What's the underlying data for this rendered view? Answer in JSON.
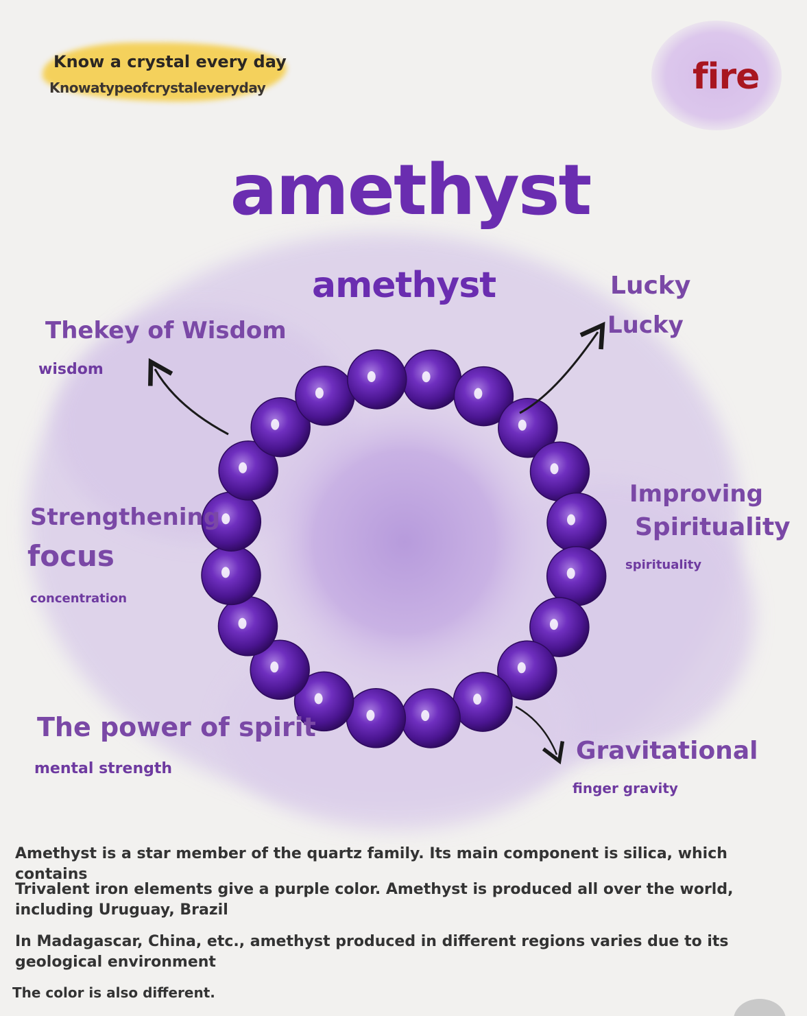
{
  "header": {
    "line1": "Know a crystal every day",
    "line2": "Knowatypeofcrystaleveryday"
  },
  "element": "fire",
  "title": "amethyst",
  "subtitle": "amethyst",
  "labels": {
    "wisdom": {
      "title": "Thekey of Wisdom",
      "sub": "wisdom"
    },
    "lucky": {
      "title1": "Lucky",
      "title2": "Lucky"
    },
    "focus": {
      "title1": "Strengthening",
      "title2": "focus",
      "sub": "concentration"
    },
    "spirituality": {
      "title1": "Improving",
      "title2": "Spirituality",
      "sub": "spirituality"
    },
    "spirit": {
      "title": "The power of spirit",
      "sub": "mental strength"
    },
    "gravity": {
      "title": "Gravitational",
      "sub": "finger gravity"
    }
  },
  "description": {
    "p1": "Amethyst is a star member of the quartz family. Its main component is silica, which contains",
    "p2": "Trivalent iron elements give a purple color. Amethyst is produced all over the world, including Uruguay, Brazil",
    "p3": "In Madagascar, China, etc., amethyst produced in different regions varies due to its geological environment",
    "p4": "The color is also different."
  },
  "colors": {
    "title": "#6a2db0",
    "label": "#7a48a6",
    "fire": "#a81620",
    "highlight": "#f5cf50",
    "bead": "#5a1d9c"
  },
  "bracelet": {
    "bead_count": 20
  }
}
